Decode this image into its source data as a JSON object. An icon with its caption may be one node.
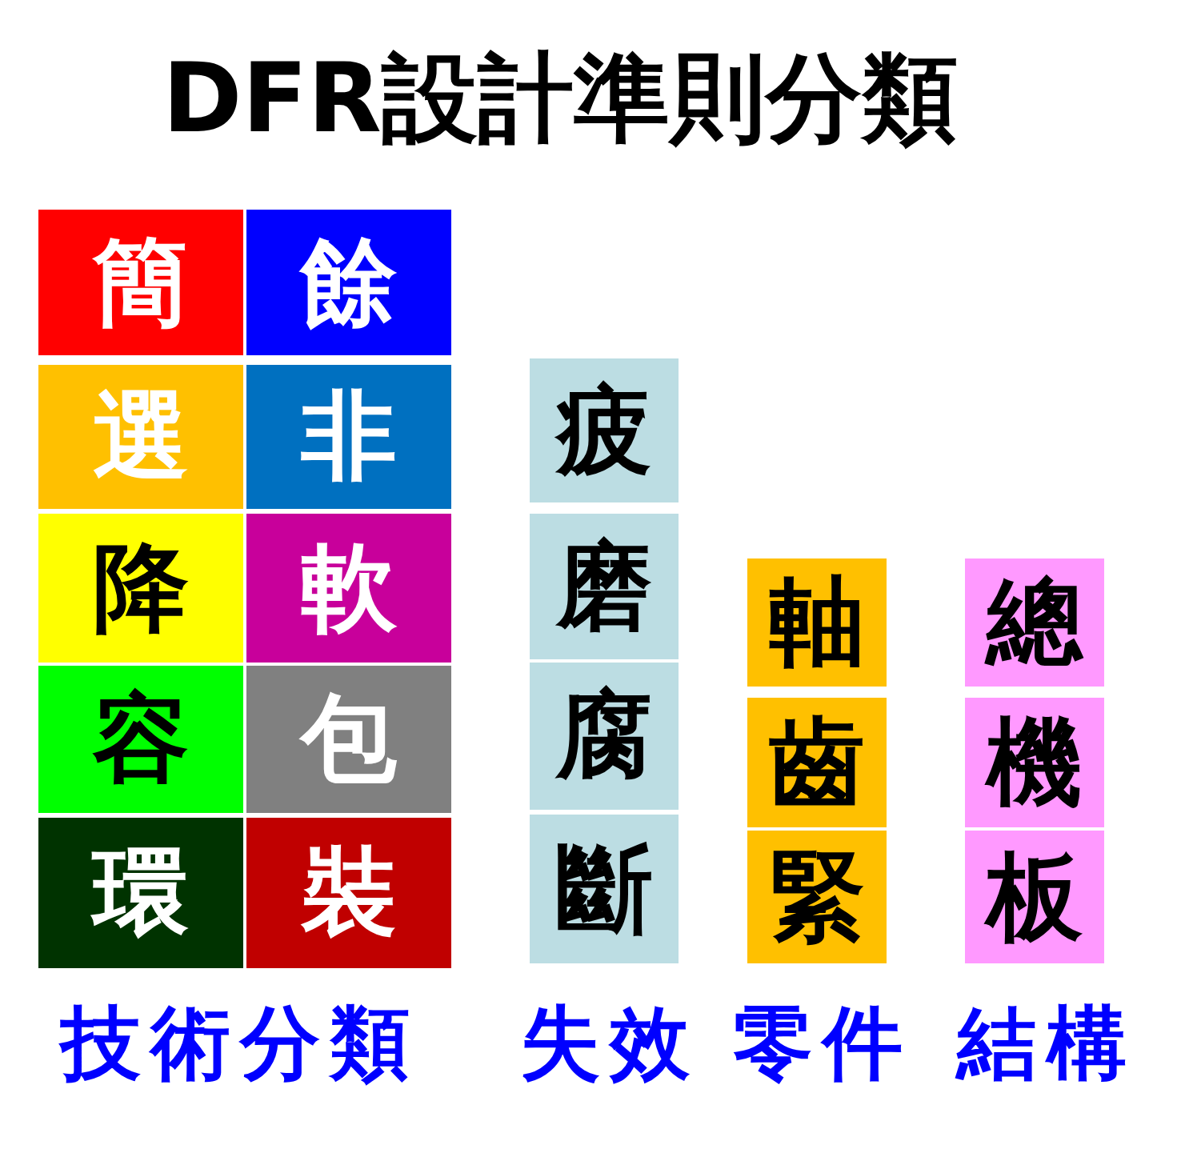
{
  "diagram": {
    "title": "DFR設計準則分類",
    "nodes": [
      {
        "text": [
          "簡"
        ]
      },
      {
        "text": [
          "餘"
        ]
      },
      {
        "text": [
          "選"
        ]
      },
      {
        "text": [
          "非"
        ]
      },
      {
        "text": [
          "降"
        ]
      },
      {
        "text": [
          "軟"
        ]
      },
      {
        "text": [
          "容"
        ]
      },
      {
        "text": [
          "包"
        ]
      },
      {
        "text": [
          "環"
        ]
      },
      {
        "text": [
          "裝"
        ]
      },
      {
        "text": [
          "疲"
        ]
      },
      {
        "text": [
          "磨"
        ]
      },
      {
        "text": [
          "腐"
        ]
      },
      {
        "text": [
          "斷"
        ]
      },
      {
        "text": [
          "軸"
        ]
      },
      {
        "text": [
          "齒"
        ]
      },
      {
        "text": [
          "緊"
        ]
      },
      {
        "text": [
          "總"
        ]
      },
      {
        "text": [
          "機"
        ]
      },
      {
        "text": [
          "板"
        ]
      }
    ],
    "edges": [],
    "labels": [
      "技術分類",
      "失效",
      "零件",
      "結構"
    ]
  }
}
